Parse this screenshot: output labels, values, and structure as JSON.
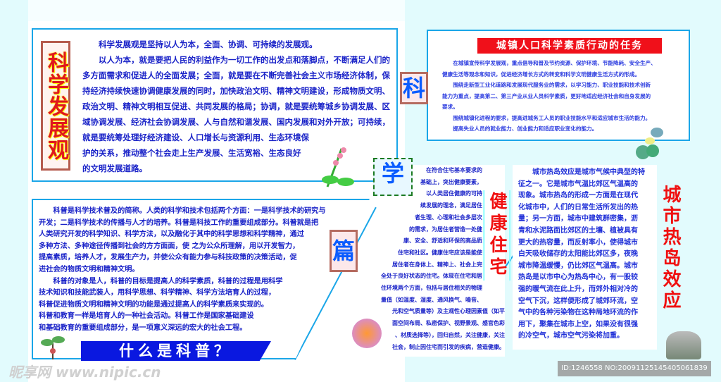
{
  "colors": {
    "accent_blue": "#1aa6e8",
    "text_blue": "#1a23c8",
    "title_red": "#f01010",
    "banner_blue": "#0a18e0"
  },
  "left_title": "科学发展观",
  "tiles": {
    "ke": "科",
    "xue": "学",
    "pian": "篇"
  },
  "scientific_outlook": [
    "科学发展观是坚持以人为本，全面、协调、可持续的发展观。",
    "以人为本，就是要把人民的利益作为一切工作的出发点和落脚点，不断满足人们的",
    "多方面需求和促进人的全面发展；全面，就是要在不断完善社会主义市场经济体制，保",
    "持经济持续快速协调健康发展的同时，加快政治文明、精神文明建设，形成物质文明、",
    "政治文明、精神文明相互促进、共同发展的格局；协调，就是要统筹城乡协调发展、区",
    "域协调发展、经济社会协调发展、人与自然和谐发展、国内发展和对外开放；可持续，",
    "就是要统筹处理好经济建设、人口增长与资源利用、生态环境保",
    "护的关系，推动整个社会走上生产发展、生活宽裕、生态良好",
    "的文明发展道路。"
  ],
  "tasks": {
    "title": "城镇人口科学素质行动的任务",
    "lines": [
      "在城镇宣传科学发展观，重点倡导和普及节约资源、保护环境、节能降耗、安全生产、",
      "健康生活等观念和知识，促进经济增长方式的转变和科学文明健康生活方式的形成。",
      "围绕走新型工业化道路和发展现代服务业的需求，以学习能力、职业技能和技术创新",
      "能力为重点，提高第二、第三产业从业人员科学素质，更好地适应经济社会和自身发展的",
      "要求。",
      "围绕城镇化进程的要求，提高进城务工人员的职业技能水平和适应城市生活的能力。",
      "提高失业人员的就业能力、创业能力和适应职业变化的能力。"
    ]
  },
  "kepu": {
    "title": "什么是科普？",
    "lines": [
      "科普是科学技术普及的简称。人类的科学和技术包括两个方面：一是科学技术的研究与",
      "开发；二是科学技术的传播与人才的培养。科普是科技工作的重要组成部分。科普就是把",
      "人类研究开发的科学知识、科学方法，以及融化于其中的科学思想和科学精神，通过",
      "多种方法、多种途径传播到社会的方方面面，使 之为公众所理解，用以开发智力，",
      "提高素质，培养人才，发展生产力，并使公众有能力参与科技政策的决策活动，促",
      "进社会的物质文明和精神文明。",
      "科普的对象是人，科普的目标是提高人的科学素质，科普的过程是用科学",
      "技术知识和技能武装人，用科学思想、科学精神、科学方法培育人的过程，",
      "科普促进物质文明和精神文明的功能是通过提高人的科学素质来实现的。",
      "科普和教育一样是培育人的一种社会活动。科普工作是国家基础建设",
      "和基础教育的重要组成部分，是一项意义深远的宏大的社会工程。"
    ]
  },
  "housing": {
    "title": "健康住宅",
    "lines": [
      "在符合住宅基本要求的",
      "基础上，突出健康要素，",
      "以人类居住健康的可持",
      "续发展的理念，满足居住",
      "者生理、心理和社会多层次",
      "的需求，为居住者营造一处健",
      "康、安全、舒适和环保的高品质",
      "住宅和社区。健康住宅应该是能使",
      "居住者在身体上、精神上、社会上完",
      "全处于良好状态的住宅。体现在住宅和居",
      "住环境两个方面，包括与居住相关的物理",
      "量值（如温度、湿度、通风换气、噪音、",
      "光和空气质量等）及主观性心理因素值（如平",
      "面空间布局、私密保护、视野景观、感官色彩",
      "、材质选择等），回归自然，关注健康，关注",
      "社会，制止因住宅而引发的疾病，营造健康。"
    ]
  },
  "heat_island": {
    "title": "城市热岛效应",
    "lines": [
      "城市热岛效应是城市气候中典型的特",
      "征之一。它是城市气温比郊区气温高的",
      "现象。城市热岛的形成一方面是在现代",
      "化城市中，人们的日常生活所发出的热",
      "量；另一方面，城市中建筑群密集，沥",
      "青和水泥路面比郊区的土壤、植被具有",
      "更大的热容量，而反射率小，使得城市",
      "白天吸收储存的太阳能比郊区多，夜晚",
      "城市降温缓慢，仍比郊区气温高。城市",
      "热岛是以市中心为热岛中心，有一股较",
      "强的暖气流在此上升，而郊外相对冷的",
      "空气下沉，这样便形成了城郊环流，空",
      "气中的各种污染物在这种局地环流的作",
      "用下，聚集在城市上空，如果没有很强",
      "的冷空气，城市空气污染将加重。"
    ]
  },
  "watermark": {
    "site": "昵享网 www.nipic.cn",
    "id": "ID:1246558 NO:20091125145405061839"
  }
}
